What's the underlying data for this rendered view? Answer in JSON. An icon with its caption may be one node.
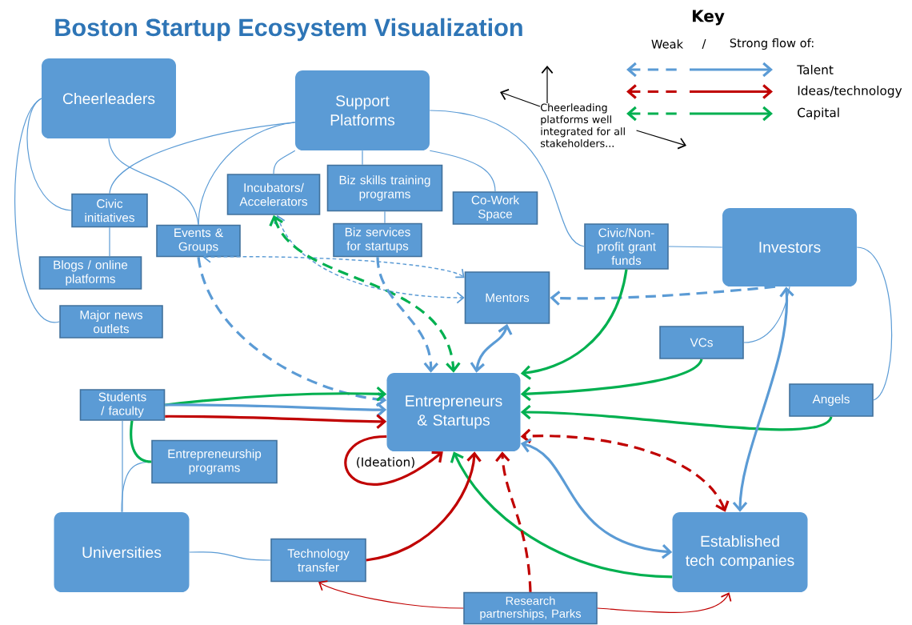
{
  "diagram": {
    "title": "Boston Startup Ecosystem Visualization",
    "nodes": [
      {
        "text": [
          "Cheerleaders"
        ]
      },
      {
        "text": [
          "Support Platforms"
        ]
      },
      {
        "text": [
          "Incubators/ Accelerators"
        ]
      },
      {
        "text": [
          "Biz skills training programs"
        ]
      },
      {
        "text": [
          "Co-Work Space"
        ]
      },
      {
        "text": [
          "Civic initiatives"
        ]
      },
      {
        "text": [
          "Events & Groups"
        ]
      },
      {
        "text": [
          "Biz services for startups"
        ]
      },
      {
        "text": [
          "Civic/Non-profit grant funds"
        ]
      },
      {
        "text": [
          "Investors"
        ]
      },
      {
        "text": [
          "Blogs / online platforms"
        ]
      },
      {
        "text": [
          "Mentors"
        ]
      },
      {
        "text": [
          "Major news outlets"
        ]
      },
      {
        "text": [
          "VCs"
        ]
      },
      {
        "text": [
          "Entrepreneurs & Startups"
        ]
      },
      {
        "text": [
          "Students / faculty"
        ]
      },
      {
        "text": [
          "Angels"
        ]
      },
      {
        "text": [
          "Entrepreneurship programs"
        ]
      },
      {
        "text": [
          "Universities"
        ]
      },
      {
        "text": [
          "Technology transfer"
        ]
      },
      {
        "text": [
          "Established tech companies"
        ]
      },
      {
        "text": [
          "Research partnerships, Parks"
        ]
      },
      {
        "text": [
          "Cheerleading platforms well integrated for all stakeholders..."
        ]
      }
    ],
    "edges": [
      {
        "from": 0,
        "to": 5,
        "arrow": "none"
      },
      {
        "from": 0,
        "to": 12,
        "arrow": "none"
      },
      {
        "from": 0,
        "to": 6,
        "arrow": "none"
      },
      {
        "from": 1,
        "to": 5,
        "arrow": "none"
      },
      {
        "from": 1,
        "to": 6,
        "arrow": "none"
      },
      {
        "from": 1,
        "to": 2,
        "arrow": "none"
      },
      {
        "from": 1,
        "to": 3,
        "arrow": "none"
      },
      {
        "from": 1,
        "to": 4,
        "arrow": "none"
      },
      {
        "from": 1,
        "to": 8,
        "arrow": "none"
      },
      {
        "from": 5,
        "to": 10,
        "arrow": "none"
      },
      {
        "from": 3,
        "to": 7,
        "arrow": "none"
      },
      {
        "from": 8,
        "to": 9,
        "arrow": "none"
      },
      {
        "from": 9,
        "to": 13,
        "arrow": "none"
      },
      {
        "from": 9,
        "to": 16,
        "arrow": "none"
      },
      {
        "from": 15,
        "to": 18,
        "arrow": "none"
      },
      {
        "from": 18,
        "to": 17,
        "arrow": "none"
      },
      {
        "from": 18,
        "to": 19,
        "arrow": "none"
      },
      {
        "from": 6,
        "to": 14,
        "arrow": "to",
        "style": "dashed"
      },
      {
        "from": 6,
        "to": 11,
        "arrow": "both",
        "style": "dashed"
      },
      {
        "from": 2,
        "to": 11,
        "arrow": "both",
        "style": "dashed"
      },
      {
        "from": 2,
        "to": 14,
        "arrow": "both",
        "style": "dashed",
        "color": "#00b050"
      },
      {
        "from": 7,
        "to": 14,
        "arrow": "to",
        "style": "dashed"
      },
      {
        "from": 14,
        "to": 11,
        "arrow": "both",
        "style": "thick"
      },
      {
        "from": 9,
        "to": 11,
        "arrow": "to",
        "style": "dashed"
      },
      {
        "from": 8,
        "to": 14,
        "arrow": "to",
        "style": "thick",
        "color": "#00b050"
      },
      {
        "from": 13,
        "to": 14,
        "arrow": "to",
        "style": "thick",
        "color": "#00b050"
      },
      {
        "from": 16,
        "to": 14,
        "arrow": "to",
        "style": "thick",
        "color": "#00b050"
      },
      {
        "from": 9,
        "to": 20,
        "arrow": "both",
        "style": "thick"
      },
      {
        "from": 20,
        "to": 14,
        "arrow": "both",
        "style": "dashed",
        "color": "#c00000"
      },
      {
        "from": 14,
        "to": 20,
        "arrow": "both",
        "style": "thick"
      },
      {
        "from": 20,
        "to": 14,
        "arrow": "to",
        "style": "thick",
        "color": "#00b050"
      },
      {
        "from": 21,
        "to": 14,
        "arrow": "to",
        "style": "dashed",
        "color": "#c00000"
      },
      {
        "from": 19,
        "to": 14,
        "arrow": "to",
        "style": "thick",
        "color": "#c00000"
      },
      {
        "from": 14,
        "to": 14,
        "arrow": "to",
        "style": "thick",
        "color": "#c00000",
        "label": "(Ideation)"
      },
      {
        "from": 15,
        "to": 14,
        "arrow": "to",
        "style": "thick",
        "color": "#00b050"
      },
      {
        "from": 15,
        "to": 14,
        "arrow": "to",
        "style": "thick"
      },
      {
        "from": 15,
        "to": 14,
        "arrow": "to",
        "style": "thick",
        "color": "#c00000"
      },
      {
        "from": 15,
        "to": 17,
        "arrow": "none",
        "style": "thick",
        "color": "#00b050"
      },
      {
        "from": 21,
        "to": 19,
        "arrow": "to",
        "color": "#c00000"
      },
      {
        "from": 21,
        "to": 20,
        "arrow": "to",
        "color": "#c00000"
      },
      {
        "from": 22,
        "to": null,
        "arrow": "to",
        "color": "#000000"
      },
      {
        "from": 22,
        "to": null,
        "arrow": "to",
        "color": "#000000"
      },
      {
        "from": 22,
        "to": null,
        "arrow": "to",
        "color": "#000000"
      }
    ],
    "labels": [
      "Key",
      "Weak",
      "/",
      "Strong flow of:"
    ],
    "legend": [
      {
        "text": "Talent",
        "color": "#5b9bd5"
      },
      {
        "text": "Ideas/technology",
        "color": "#c00000"
      },
      {
        "text": "Capital",
        "color": "#00b050"
      }
    ]
  }
}
